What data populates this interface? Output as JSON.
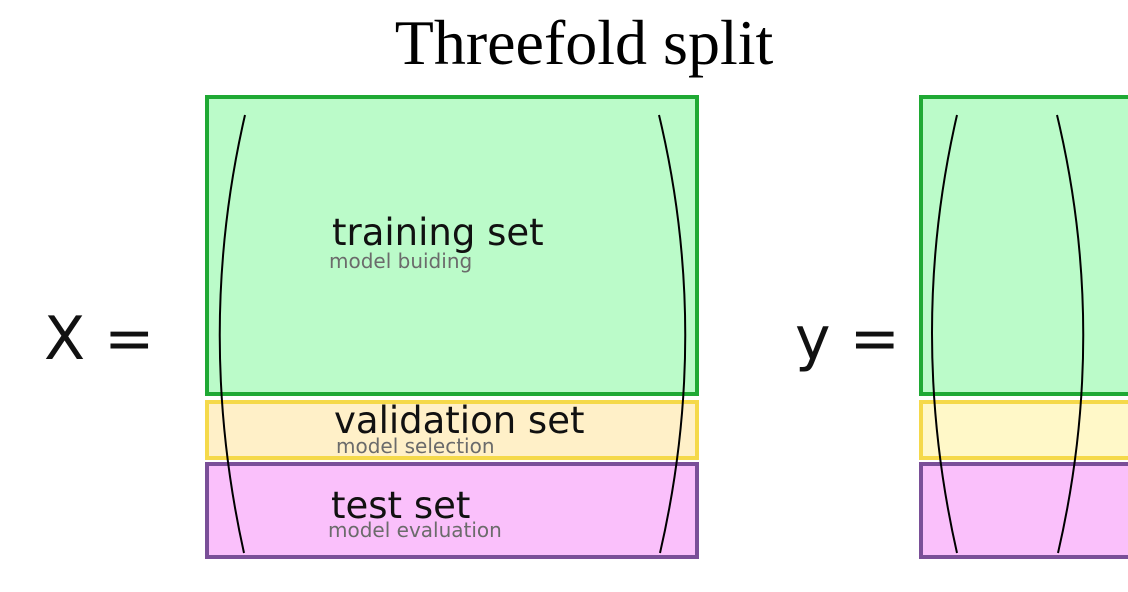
{
  "title": "Threefold split",
  "x_matrix": {
    "label": "X =",
    "training": {
      "label": "training set",
      "sub": "model buiding"
    },
    "validation": {
      "label": "validation set",
      "sub": "model selection"
    },
    "test": {
      "label": "test set",
      "sub": "model evaluation"
    }
  },
  "y_vector": {
    "label": "y ="
  },
  "colors": {
    "training_fill": "#bbfbc9",
    "training_border": "#1fa934",
    "validation_fill": "#fff0c8",
    "validation_border": "#f5d94a",
    "test_fill": "#fac0fb",
    "test_border": "#7a4f98"
  }
}
